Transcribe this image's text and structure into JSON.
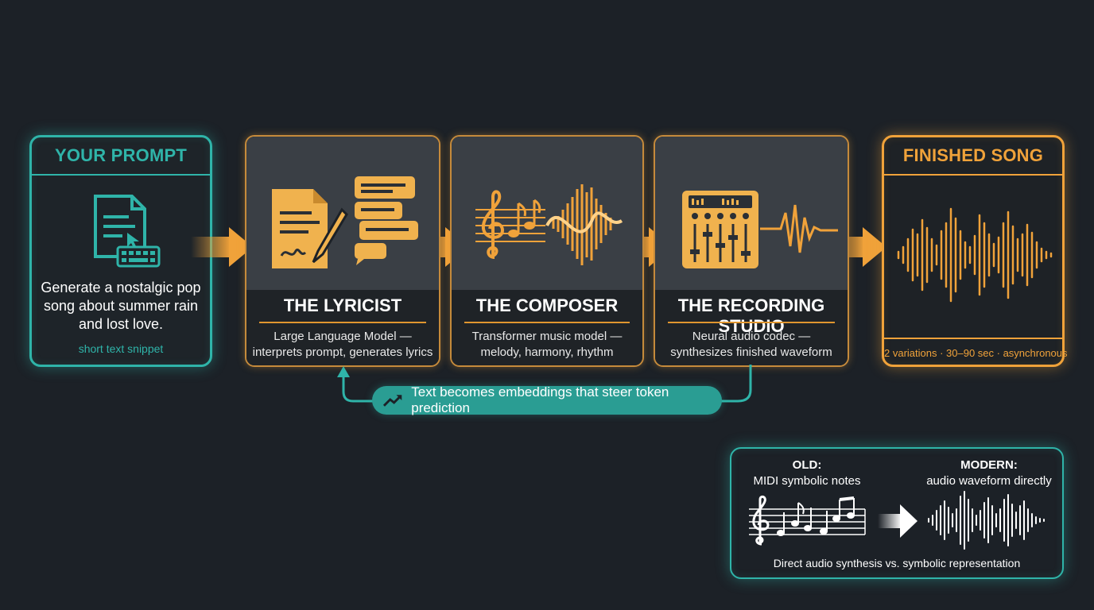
{
  "prompt_card": {
    "header": "YOUR PROMPT",
    "text_lines": [
      "Generate a nostalgic pop",
      "song about summer rain",
      "and lost love."
    ],
    "caption": "short text snippet"
  },
  "stages": [
    {
      "title": "THE LYRICIST",
      "desc_lines": [
        "Large Language Model —",
        "interprets prompt, generates lyrics"
      ]
    },
    {
      "title": "THE COMPOSER",
      "desc_lines": [
        "Transformer music model —",
        "melody, harmony, rhythm"
      ]
    },
    {
      "title": "THE RECORDING STUDIO",
      "desc_lines": [
        "Neural audio codec —",
        "synthesizes finished waveform"
      ]
    }
  ],
  "output_card": {
    "header": "FINISHED SONG",
    "caption": "2 variations · 30–90 sec · asynchronous"
  },
  "feedback": {
    "label": "Text becomes embeddings that steer token prediction"
  },
  "comparison": {
    "old_heading": "OLD:",
    "old_text": "MIDI symbolic notes",
    "modern_heading": "MODERN:",
    "modern_text": "audio waveform directly",
    "caption": "Direct audio synthesis vs. symbolic representation"
  },
  "icons": {
    "prompt": "document-keyboard-icon",
    "lyricist": "document-pen-chat-icon",
    "composer": "treble-clef-waveform-icon",
    "studio": "mixer-waveform-icon",
    "output": "waveform-icon",
    "feedback": "trend-arrow-icon"
  },
  "colors": {
    "background": "#1c2127",
    "teal": "#2fb4a9",
    "orange": "#f0a23a",
    "text": "#ffffff"
  }
}
